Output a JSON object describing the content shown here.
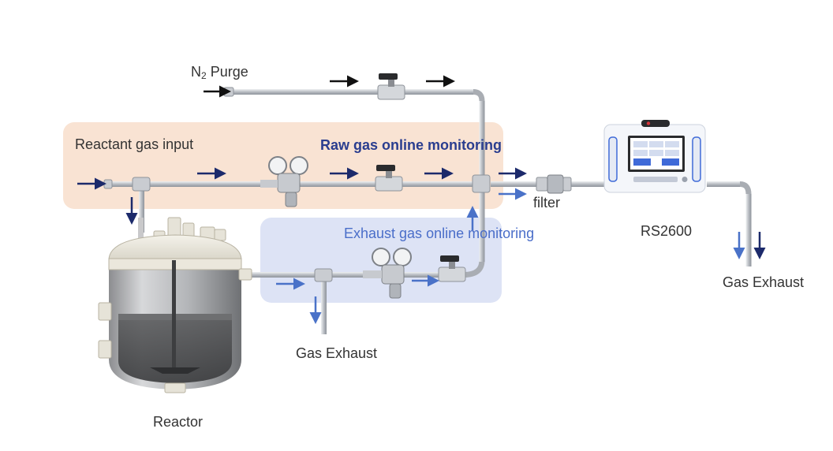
{
  "labels": {
    "n2_main": "N",
    "n2_sub": "2",
    "n2_rest": " Purge",
    "reactant_input": "Reactant gas input",
    "raw_monitoring": "Raw gas online monitoring",
    "exhaust_monitoring": "Exhaust gas online monitoring",
    "filter": "filter",
    "analyzer": "RS2600",
    "gas_exhaust_right": "Gas Exhaust",
    "gas_exhaust_bottom": "Gas Exhaust",
    "reactor": "Reactor"
  },
  "colors": {
    "raw_zone": "#f9e3d3",
    "exhaust_zone": "#dde3f5",
    "arrow_dark": "#1c2a6b",
    "arrow_light": "#4a72c8",
    "arrow_black": "#111111",
    "pipe": "#b8bcc2"
  }
}
